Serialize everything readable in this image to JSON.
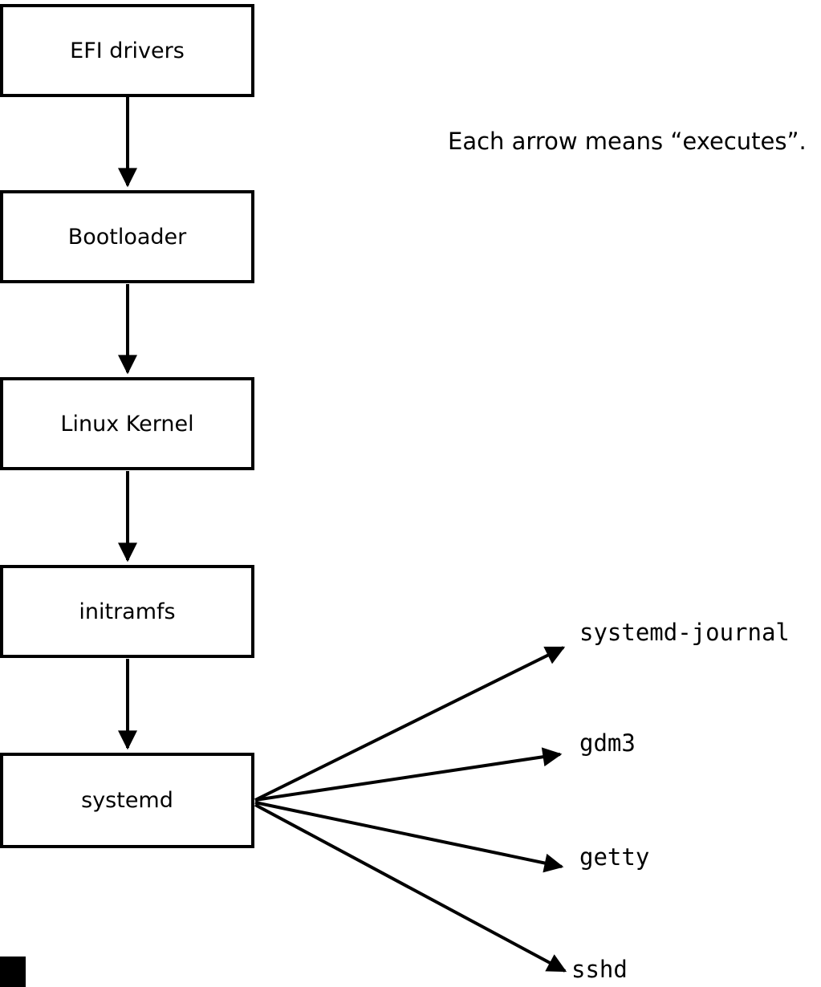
{
  "diagram": {
    "annotation": "Each arrow means “executes”.",
    "nodes": [
      {
        "label": "EFI drivers"
      },
      {
        "label": "Bootloader"
      },
      {
        "label": "Linux Kernel"
      },
      {
        "label": "initramfs"
      },
      {
        "label": "systemd"
      }
    ],
    "services": [
      {
        "label": "systemd-journal"
      },
      {
        "label": "gdm3"
      },
      {
        "label": "getty"
      },
      {
        "label": "sshd"
      }
    ],
    "edges": [
      {
        "from": "EFI drivers",
        "to": "Bootloader"
      },
      {
        "from": "Bootloader",
        "to": "Linux Kernel"
      },
      {
        "from": "Linux Kernel",
        "to": "initramfs"
      },
      {
        "from": "initramfs",
        "to": "systemd"
      },
      {
        "from": "systemd",
        "to": "systemd-journal"
      },
      {
        "from": "systemd",
        "to": "gdm3"
      },
      {
        "from": "systemd",
        "to": "getty"
      },
      {
        "from": "systemd",
        "to": "sshd"
      }
    ],
    "colors": {
      "stroke": "#000000",
      "box_background": "#ffffff",
      "page_background": "#ffffff"
    }
  }
}
